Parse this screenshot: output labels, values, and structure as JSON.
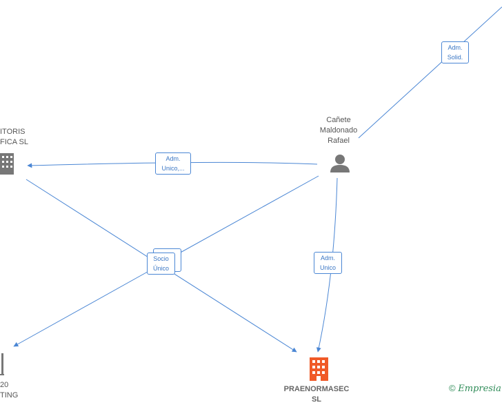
{
  "nodes": {
    "person": {
      "line1": "Cañete",
      "line2": "Maldonado",
      "line3": "Rafael"
    },
    "company_left": {
      "line1": "ITORIS",
      "line2": "FICA  SL"
    },
    "company_bottom_left": {
      "line1": "20",
      "line2": "TING"
    },
    "company_main": {
      "line1": "PRAENORMASEC",
      "line2": "SL"
    }
  },
  "edges": {
    "solid": {
      "line1": "Adm.",
      "line2": "Solid."
    },
    "unico": {
      "line1": "Adm.",
      "line2": "Unico,..."
    },
    "socio": {
      "line1": "Socio",
      "line2": "Único"
    },
    "adm_unico": {
      "line1": "Adm.",
      "line2": "Unico"
    }
  },
  "credit": {
    "symbol": "©",
    "brand": "Empresia"
  },
  "colors": {
    "edge": "#4a86d4",
    "node": "#777777",
    "highlight": "#f05a28",
    "brand": "#2e8b57"
  }
}
